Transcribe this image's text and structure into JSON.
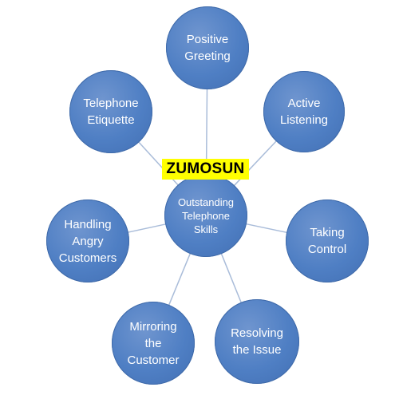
{
  "diagram": {
    "center": {
      "lines": [
        "Outstanding",
        "Telephone",
        "Skills"
      ]
    },
    "nodes": [
      {
        "id": "positive-greeting",
        "lines": [
          "Positive",
          "Greeting"
        ]
      },
      {
        "id": "active-listening",
        "lines": [
          "Active",
          "Listening"
        ]
      },
      {
        "id": "taking-control",
        "lines": [
          "Taking",
          "Control"
        ]
      },
      {
        "id": "resolving-the-issue",
        "lines": [
          "Resolving",
          "the Issue"
        ]
      },
      {
        "id": "mirroring-the-customer",
        "lines": [
          "Mirroring",
          "the",
          "Customer"
        ]
      },
      {
        "id": "handling-angry-customers",
        "lines": [
          "Handling",
          "Angry",
          "Customers"
        ]
      },
      {
        "id": "telephone-etiquette",
        "lines": [
          "Telephone",
          "Etiquette"
        ]
      }
    ]
  },
  "watermark": {
    "text": "ZUMOSUN"
  },
  "colors": {
    "node_fill": "#4f7fc4",
    "connector": "#a9bcd9",
    "watermark_bg": "#ffff00",
    "watermark_text": "#000000"
  }
}
